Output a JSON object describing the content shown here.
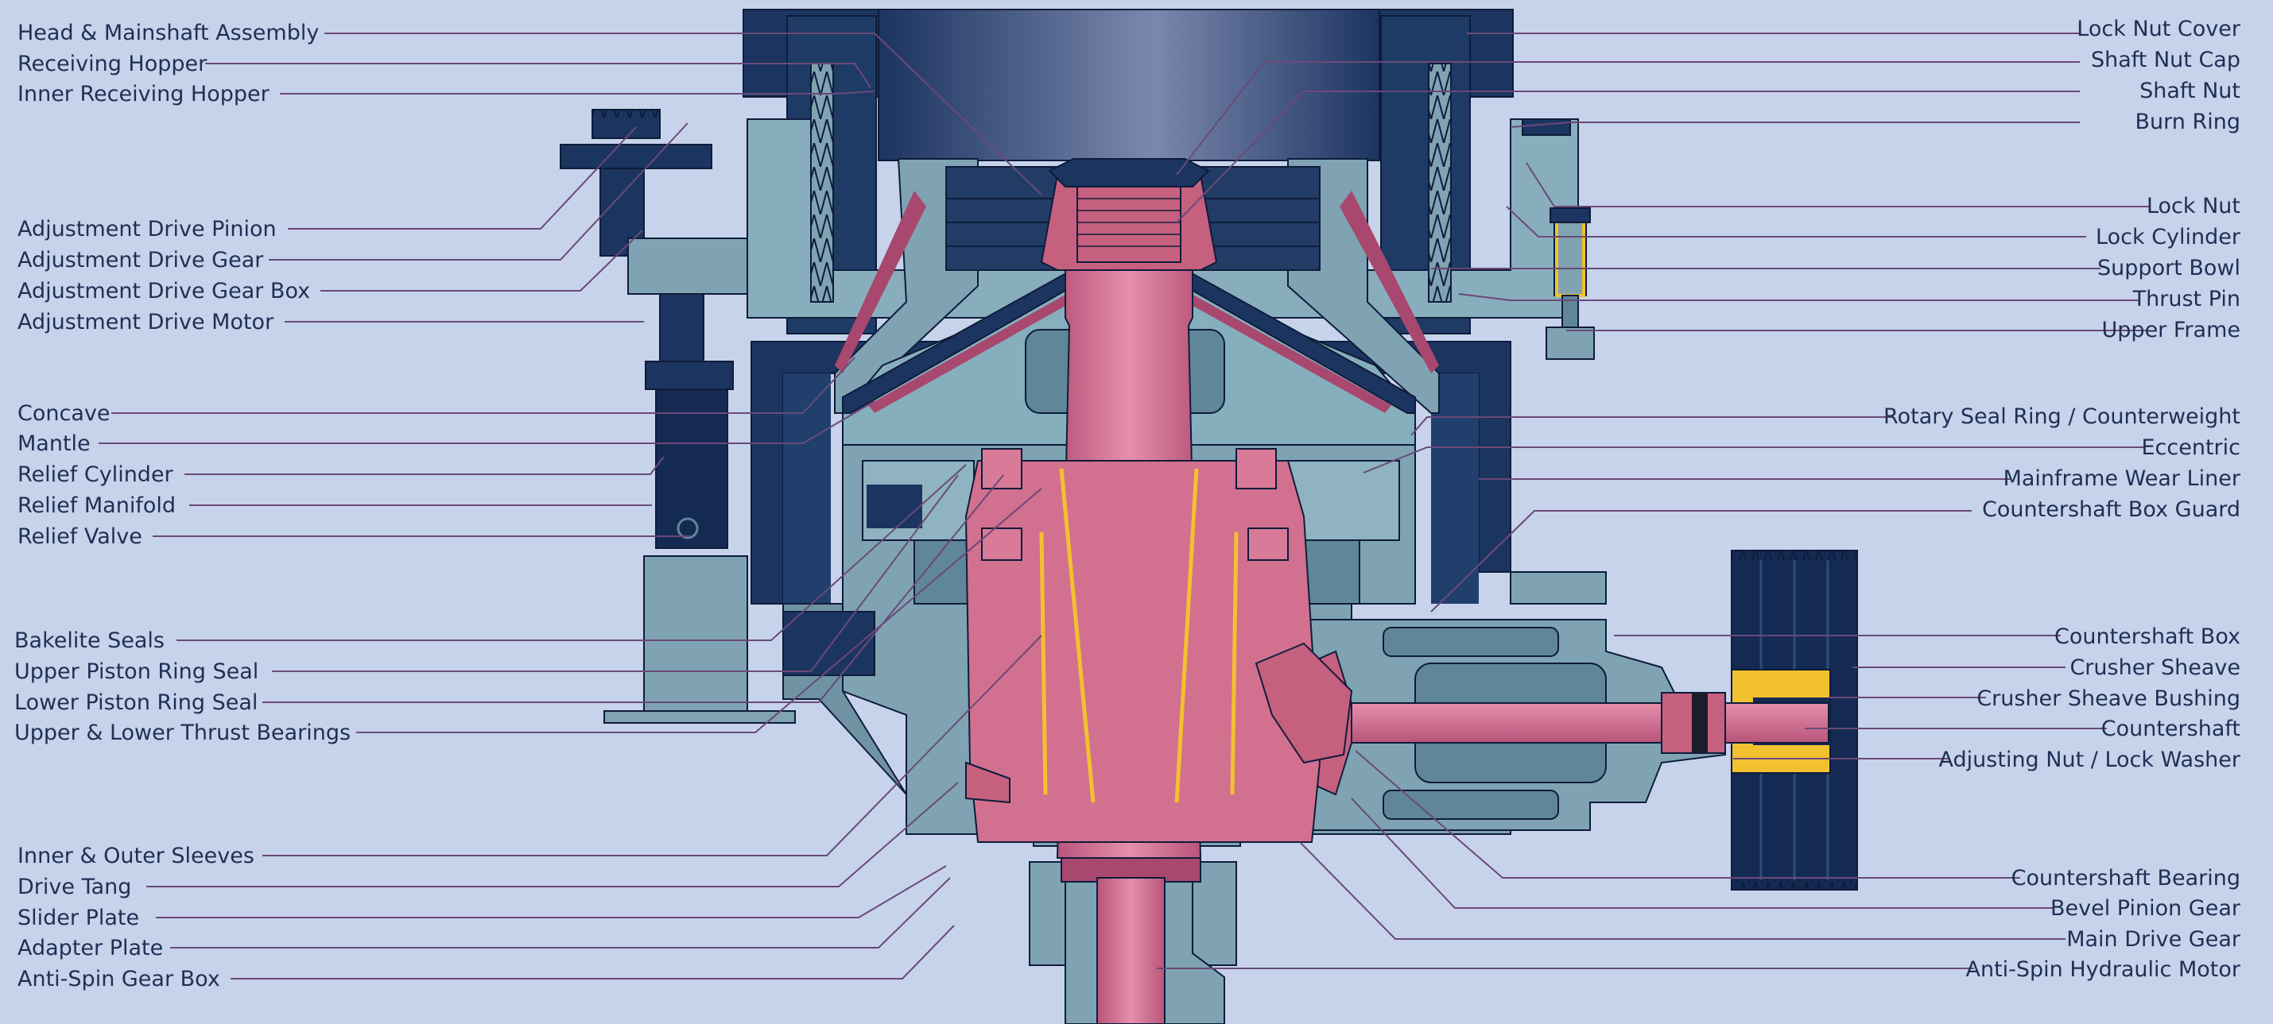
{
  "colors": {
    "background": "#c7d3eb",
    "steel_teal": "#7fa3b2",
    "dark_navy": "#1f3a63",
    "shaft_pink": "#d2708f",
    "bushing_yellow": "#f2c12e",
    "leader_line": "#6a4a78",
    "label_text": "#1f2f55"
  },
  "labels": {
    "left": [
      "Head & Mainshaft Assembly",
      "Receiving Hopper",
      "Inner Receiving Hopper",
      "Adjustment Drive Pinion",
      "Adjustment Drive Gear",
      "Adjustment Drive Gear Box",
      "Adjustment Drive Motor",
      "Concave",
      "Mantle",
      "Relief Cylinder",
      "Relief Manifold",
      "Relief Valve",
      "Bakelite Seals",
      "Upper Piston Ring Seal",
      "Lower Piston Ring Seal",
      "Upper & Lower Thrust Bearings",
      "Inner & Outer Sleeves",
      "Drive Tang",
      "Slider Plate",
      "Adapter Plate",
      "Anti-Spin Gear Box"
    ],
    "right": [
      "Lock Nut Cover",
      "Shaft Nut Cap",
      "Shaft Nut",
      "Burn Ring",
      "Lock Nut",
      "Lock Cylinder",
      "Support Bowl",
      "Thrust Pin",
      "Upper Frame",
      "Rotary Seal Ring / Counterweight",
      "Eccentric",
      "Mainframe Wear Liner",
      "Countershaft Box Guard",
      "Countershaft Box",
      "Crusher Sheave",
      "Crusher Sheave Bushing",
      "Countershaft",
      "Adjusting Nut / Lock Washer",
      "Countershaft Bearing",
      "Bevel Pinion Gear",
      "Main Drive Gear",
      "Anti-Spin Hydraulic Motor"
    ]
  }
}
